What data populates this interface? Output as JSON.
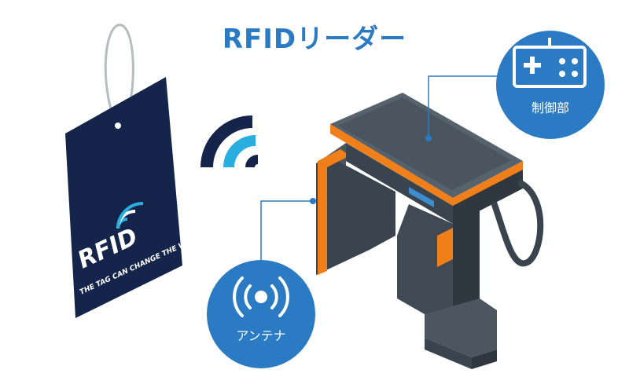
{
  "title": "RFIDリーダー",
  "tag": {
    "logo_text": "RFID",
    "tagline": "THE TAG CAN CHANGE THE WORLD."
  },
  "callouts": {
    "controller": {
      "label": "制御部",
      "icon": "gamepad-icon"
    },
    "antenna": {
      "label": "アンテナ",
      "icon": "broadcast-icon"
    }
  },
  "colors": {
    "title": "#2a7bc4",
    "badge": "#2a7bc4",
    "tag_navy": "#14244a",
    "wave_dark": "#14244a",
    "wave_light": "#29aee0",
    "reader_body": "#3f4a55",
    "reader_top": "#5a6670",
    "reader_accent": "#f07f1a"
  }
}
